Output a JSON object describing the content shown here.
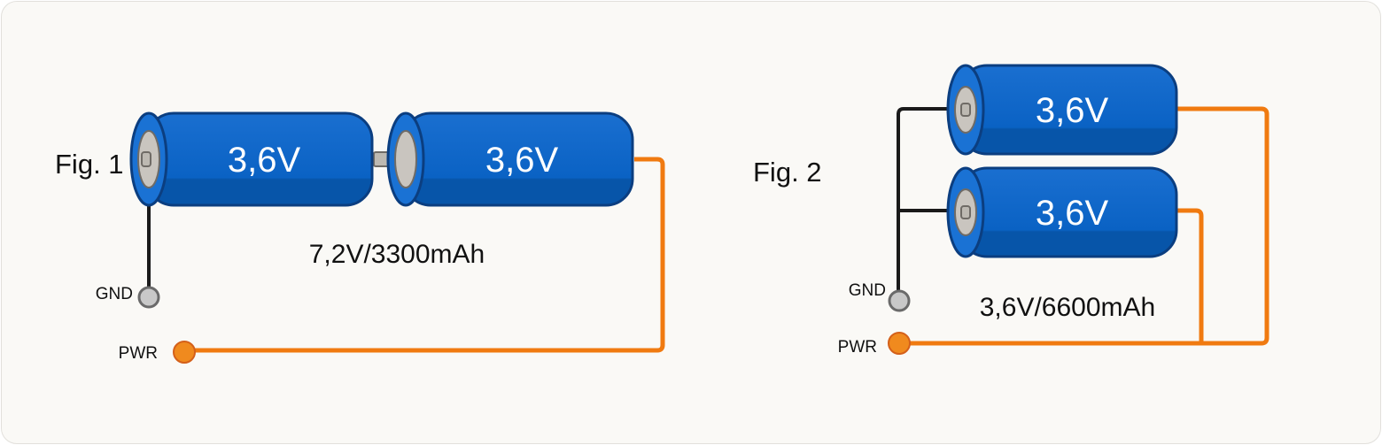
{
  "colors": {
    "background": "#faf9f6",
    "cell_body": "#0a62c4",
    "cell_shade": "#0654a8",
    "cell_outline": "#0b3e80",
    "cap_face": "#c9c5bf",
    "wire_gnd": "#1a1a1a",
    "wire_pwr": "#f07a10",
    "gnd_terminal": "#c8c8c8",
    "pwr_terminal": "#f08a1e"
  },
  "figures": [
    {
      "id": "fig1",
      "title": "Fig. 1",
      "configuration": "series",
      "cells": [
        {
          "label": "3,6V"
        },
        {
          "label": "3,6V"
        }
      ],
      "spec": "7,2V/3300mAh",
      "terminals": {
        "gnd": "GND",
        "pwr": "PWR"
      }
    },
    {
      "id": "fig2",
      "title": "Fig. 2",
      "configuration": "parallel",
      "cells": [
        {
          "label": "3,6V"
        },
        {
          "label": "3,6V"
        }
      ],
      "spec": "3,6V/6600mAh",
      "terminals": {
        "gnd": "GND",
        "pwr": "PWR"
      }
    }
  ]
}
